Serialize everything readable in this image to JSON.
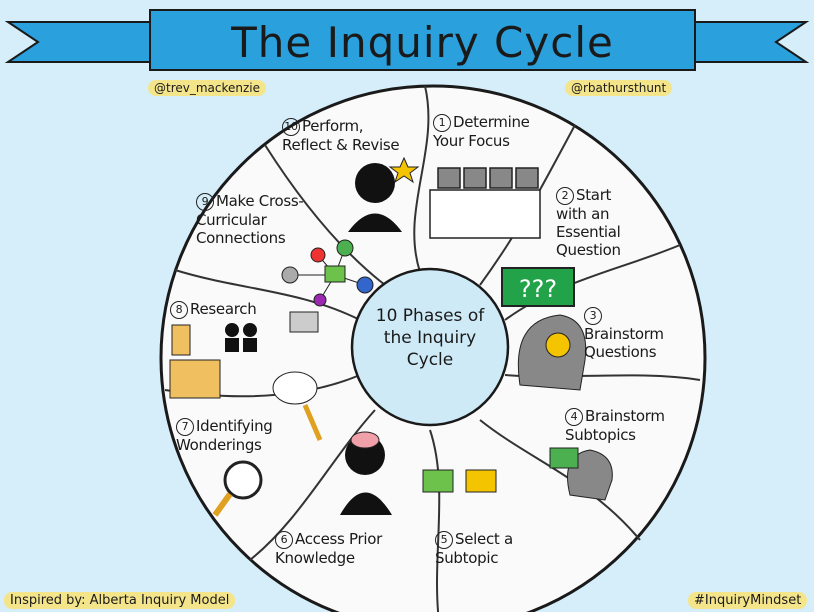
{
  "title": "The Inquiry Cycle",
  "credits": {
    "left_handle": "@trev_mackenzie",
    "right_handle": "@rbathursthunt",
    "inspired_by": "Inspired by: Alberta Inquiry Model",
    "hashtag": "#InquiryMindset"
  },
  "center": {
    "text": "10 Phases of the Inquiry Cycle"
  },
  "colors": {
    "background": "#d5eef9",
    "banner": "#2aa0dc",
    "highlight": "#f5e58a",
    "center": "#cfeaf7"
  },
  "phases": [
    {
      "number": "1",
      "label": "Determine Your Focus"
    },
    {
      "number": "2",
      "label": "Start with an Essential Question"
    },
    {
      "number": "3",
      "label": "Brainstorm Questions"
    },
    {
      "number": "4",
      "label": "Brainstorm Subtopics"
    },
    {
      "number": "5",
      "label": "Select a Subtopic"
    },
    {
      "number": "6",
      "label": "Access Prior Knowledge"
    },
    {
      "number": "7",
      "label": "Identifying Wonderings"
    },
    {
      "number": "8",
      "label": "Research"
    },
    {
      "number": "9",
      "label": "Make Cross-Curricular Connections"
    },
    {
      "number": "10",
      "label": "Perform, Reflect & Revise"
    }
  ],
  "question_board_text": "???"
}
